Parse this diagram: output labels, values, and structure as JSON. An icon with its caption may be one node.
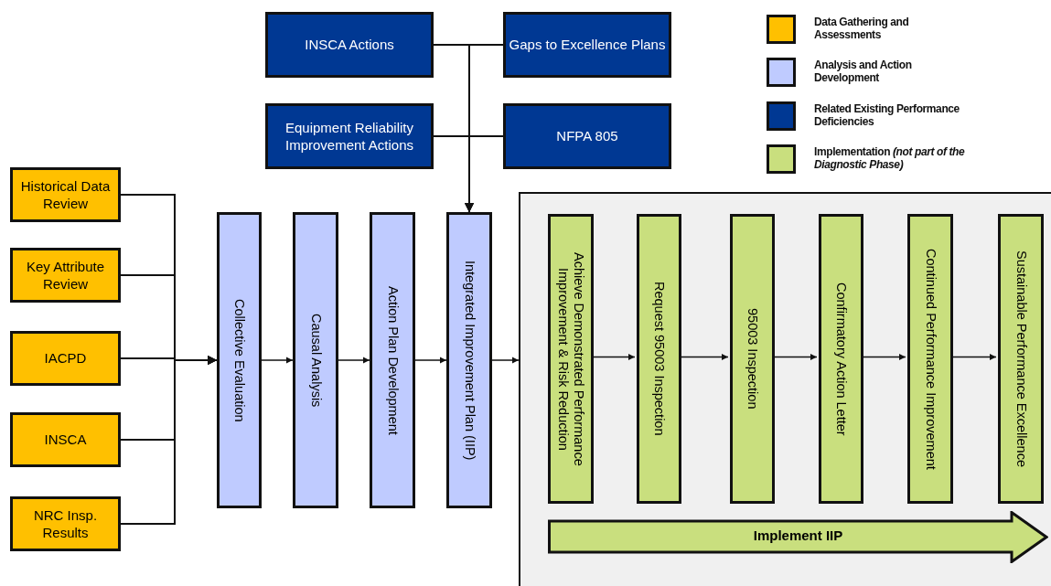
{
  "diagram": {
    "nodes": [
      {
        "text": [
          "INSCA Actions"
        ]
      },
      {
        "text": [
          "Gaps to Excellence Plans"
        ]
      },
      {
        "text": [
          "Equipment Reliability Improvement Actions"
        ]
      },
      {
        "text": [
          "NFPA 805"
        ]
      },
      {
        "text": [
          "Historical Data Review"
        ]
      },
      {
        "text": [
          "Key Attribute Review"
        ]
      },
      {
        "text": [
          "IACPD"
        ]
      },
      {
        "text": [
          "INSCA"
        ]
      },
      {
        "text": [
          "NRC Insp. Results"
        ]
      },
      {
        "text": [
          "Collective Evaluation"
        ]
      },
      {
        "text": [
          "Causal Analysis"
        ]
      },
      {
        "text": [
          "Action Plan Development"
        ]
      },
      {
        "text": [
          "Integrated Improvement Plan (IIP)"
        ]
      },
      {
        "text": [],
        "shape": "box"
      },
      {
        "text": [
          "Achieve Demonstrated Performance Improvement & Risk Reduction"
        ],
        "in": 13
      },
      {
        "text": [
          "Request 95003 Inspection"
        ],
        "in": 13
      },
      {
        "text": [
          "95003 Inspection"
        ],
        "in": 13
      },
      {
        "text": [
          "Confirmatory Action Letter"
        ],
        "in": 13
      },
      {
        "text": [
          "Continued Performance Improvement"
        ],
        "in": 13
      },
      {
        "text": [
          "Sustainable Performance Excellence"
        ],
        "in": 13
      },
      {
        "text": [
          "Implement IIP"
        ],
        "in": 13
      }
    ],
    "edges": [
      {
        "from": 0,
        "to": 12,
        "arrow": "to"
      },
      {
        "from": 1,
        "to": 12,
        "arrow": "to"
      },
      {
        "from": 2,
        "to": 12,
        "arrow": "to"
      },
      {
        "from": 3,
        "to": 12,
        "arrow": "to"
      },
      {
        "from": 4,
        "to": 9,
        "arrow": "to"
      },
      {
        "from": 5,
        "to": 9,
        "arrow": "to"
      },
      {
        "from": 6,
        "to": 9,
        "arrow": "to"
      },
      {
        "from": 7,
        "to": 9,
        "arrow": "to"
      },
      {
        "from": 8,
        "to": 9,
        "arrow": "to"
      },
      {
        "from": 9,
        "to": 10,
        "arrow": "to"
      },
      {
        "from": 10,
        "to": 11,
        "arrow": "to"
      },
      {
        "from": 11,
        "to": 12,
        "arrow": "to"
      },
      {
        "from": 12,
        "to": 13,
        "arrow": "to"
      },
      {
        "from": 14,
        "to": 15,
        "arrow": "to"
      },
      {
        "from": 15,
        "to": 16,
        "arrow": "to"
      },
      {
        "from": 16,
        "to": 17,
        "arrow": "to"
      },
      {
        "from": 17,
        "to": 18,
        "arrow": "to"
      },
      {
        "from": 18,
        "to": 19,
        "arrow": "to"
      }
    ],
    "legend": [
      {
        "text": "Data Gathering and Assessments",
        "color": "#ffc000"
      },
      {
        "text": "Analysis and Action Development",
        "color": "#bfcbff"
      },
      {
        "text": "Related Existing Performance Deficiencies",
        "color": "#003893"
      },
      {
        "text": "Implementation *(not part of the Diagnostic Phase)*",
        "color": "#c9df7e"
      }
    ]
  }
}
